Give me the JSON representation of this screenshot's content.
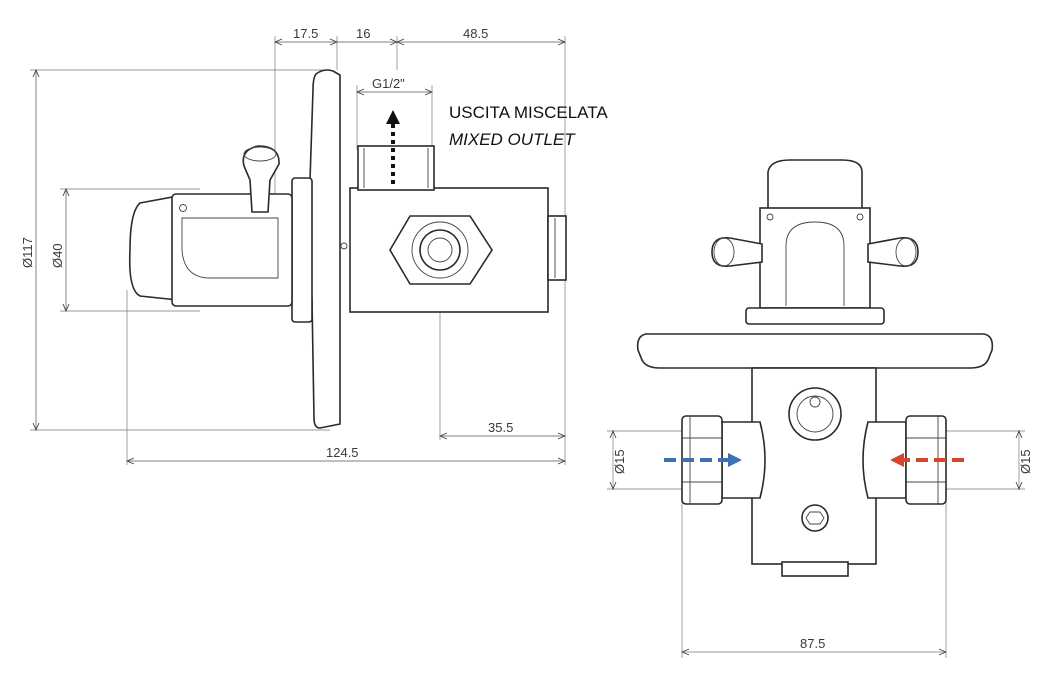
{
  "dimensions": {
    "top_a": "17.5",
    "top_b": "16",
    "top_c": "48.5",
    "thread": "G1/2\"",
    "height_total": "Ø117",
    "body_dia": "Ø40",
    "outlet_offset": "35.5",
    "total_length": "124.5",
    "inlet_left": "Ø15",
    "inlet_right": "Ø15",
    "front_width": "87.5"
  },
  "labels": {
    "outlet_it": "USCITA MISCELATA",
    "outlet_en": "MIXED OUTLET"
  },
  "colors": {
    "cold_arrow": "#3f6fb5",
    "hot_arrow": "#d9452b",
    "outlet_arrow": "#111111"
  }
}
